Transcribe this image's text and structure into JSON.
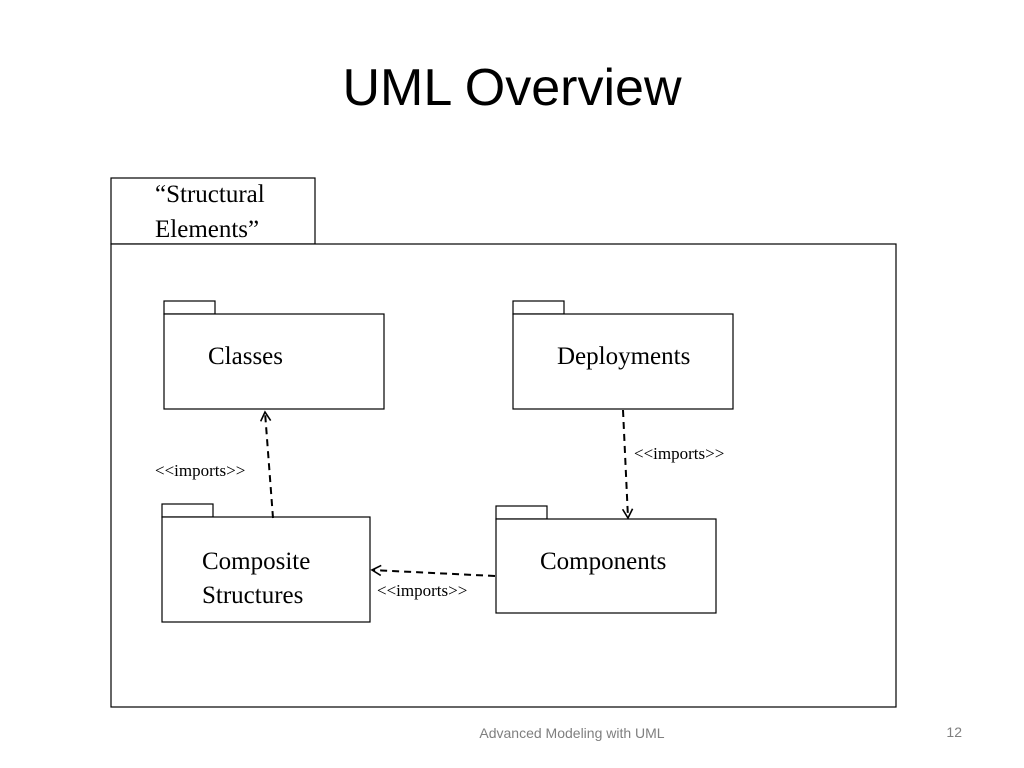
{
  "slide": {
    "title": "UML Overview",
    "footer": "Advanced Modeling with UML",
    "page_number": "12"
  },
  "diagram": {
    "container": {
      "tab_line1": "“Structural",
      "tab_line2": "Elements”"
    },
    "packages": {
      "classes": "Classes",
      "deployments": "Deployments",
      "composite_line1": "Composite",
      "composite_line2": "Structures",
      "components": "Components"
    },
    "dependencies": {
      "composite_to_classes": "<<imports>>",
      "deployments_to_components": "<<imports>>",
      "components_to_composite": "<<imports>>"
    }
  }
}
